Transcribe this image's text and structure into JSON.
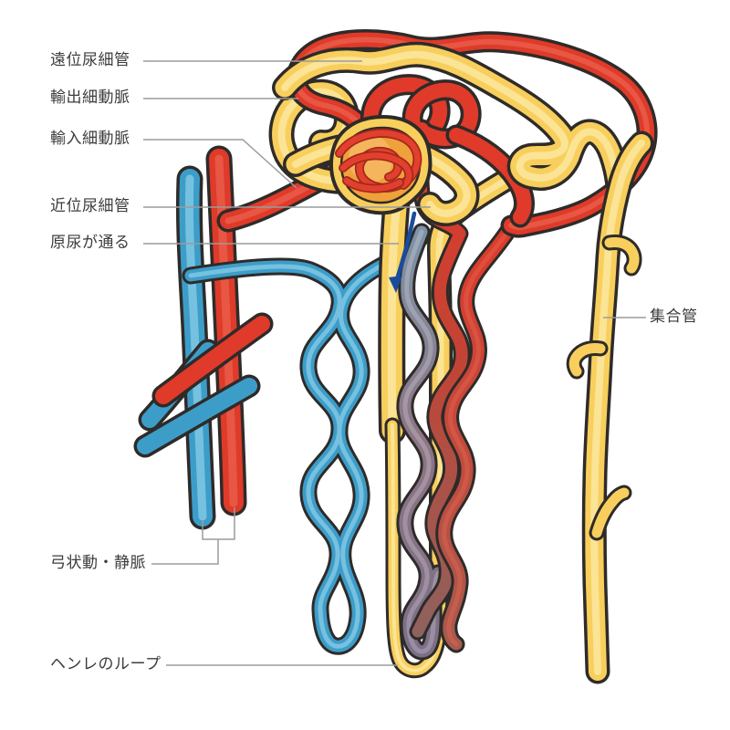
{
  "diagram": {
    "kind": "anatomical illustration",
    "subject": "nephron (kidney tubule and blood vessels)"
  },
  "labels": {
    "distal_tubule": "遠位尿細管",
    "efferent_arteriole": "輸出細動脈",
    "afferent_arteriole": "輸入細動脈",
    "proximal_tubule": "近位尿細管",
    "primary_urine_path": "原尿が通る",
    "collecting_duct": "集合管",
    "arcuate_artery_vein": "弓状動・静脈",
    "henle_loop": "ヘンレのループ"
  },
  "colors": {
    "artery_red": "#DF3A2A",
    "vein_blue": "#3D9DC9",
    "tubule_yellow": "#F8CF5D",
    "glomerulus_orange": "#EFA13B",
    "bowman_capsule_yellow": "#F8CF5D",
    "vasa_recta_venous_purple": "#8B7A8C",
    "outline_dark": "#2E2B29",
    "leader_line_gray": "#9B9B9B",
    "label_text": "#3C3C3C",
    "flow_arrow_blue": "#1A4C9C"
  },
  "icons": {
    "flow_arrow": "downward-arrow (direction of primary urine flow)"
  }
}
